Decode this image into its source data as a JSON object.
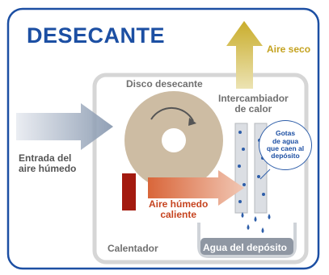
{
  "title": "DESECANTE",
  "labels": {
    "aire_seco": "Aire seco",
    "disco_desecante": "Disco desecante",
    "intercambiador_line1": "Intercambiador",
    "intercambiador_line2": "de calor",
    "gotas_line1": "Gotas",
    "gotas_line2": "de agua",
    "gotas_line3": "que caen al",
    "gotas_line4": "depósito",
    "entrada_line1": "Entrada del",
    "entrada_line2": "aire húmedo",
    "aire_humedo_line1": "Aire húmedo",
    "aire_humedo_line2": "caliente",
    "calentador": "Calentador",
    "agua_deposito": "Agua del depósito"
  },
  "colors": {
    "frame": "#1c4fa3",
    "title": "#1c4fa3",
    "dry_air_arrow": "#c9ad2b",
    "inlet_arrow": "#7d8fa8",
    "hot_air_arrow": "#d9663a",
    "disc": "#c9b69b",
    "heater": "#a31a0f",
    "water": "#8f97a3",
    "drops": "#2e5ea9"
  }
}
